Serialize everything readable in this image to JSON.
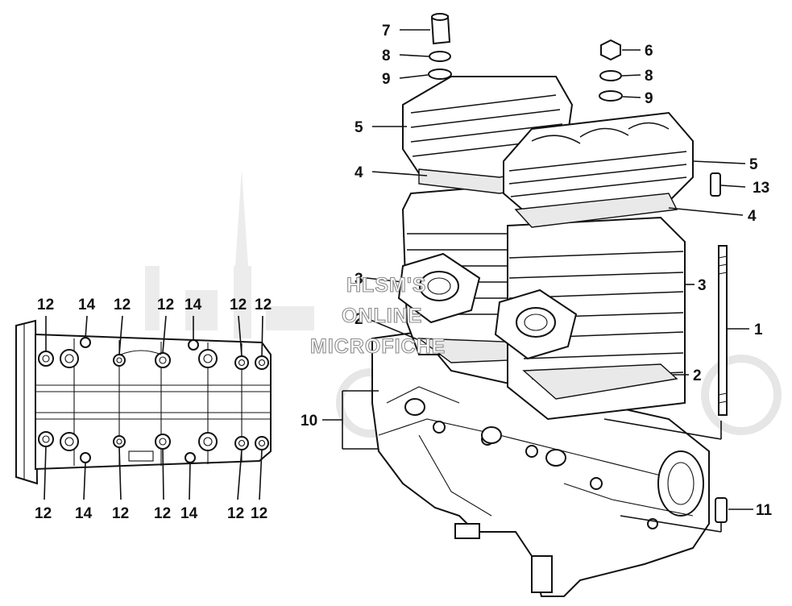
{
  "watermark": {
    "lines": [
      "HLSM'S",
      "ONLINE",
      "MICROFICHE"
    ]
  },
  "colors": {
    "ink": "#111111",
    "paper": "#ffffff",
    "watermark_stroke": "#8a8a8a",
    "watermark_bg": "#ececec"
  },
  "callouts": {
    "right": {
      "c7": "7",
      "c8a": "8",
      "c9a": "9",
      "c6": "6",
      "c8b": "8",
      "c9b": "9",
      "c5a": "5",
      "c4a": "4",
      "c5b": "5",
      "c13": "13",
      "c4b": "4",
      "c3a": "3",
      "c3b": "3",
      "c2a": "2",
      "c1": "1",
      "c2b": "2",
      "c10": "10",
      "c11": "11"
    },
    "left_top": [
      "12",
      "14",
      "12",
      "12",
      "14",
      "12",
      "12"
    ],
    "left_bottom": [
      "12",
      "14",
      "12",
      "12",
      "14",
      "12",
      "12"
    ]
  }
}
